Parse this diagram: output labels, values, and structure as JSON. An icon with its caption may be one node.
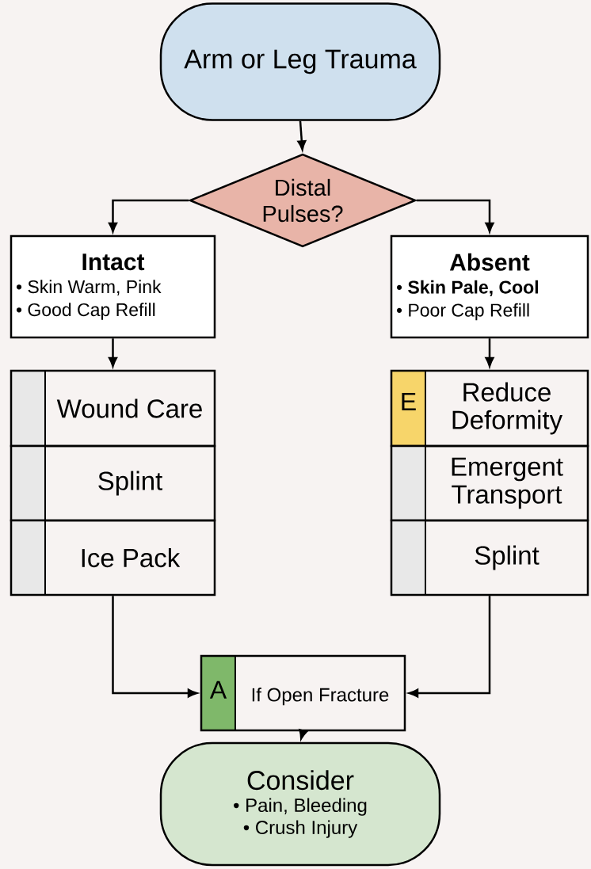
{
  "diagram": {
    "nodes": [
      {
        "text": [
          "Arm or Leg Trauma"
        ]
      },
      {
        "text": [
          "Distal Pulses?"
        ]
      },
      {
        "text": [
          "Intact",
          "• Skin Warm, Pink",
          "• Good Cap Refill"
        ]
      },
      {
        "text": [
          "Absent",
          "• **Skin Pale, Cool**",
          "• Poor Cap Refill"
        ]
      },
      {
        "text": [
          "Wound Care"
        ]
      },
      {
        "text": [
          "E",
          "Reduce Deformity"
        ]
      },
      {
        "text": [
          "Splint"
        ]
      },
      {
        "text": [
          "Emergent Transport"
        ]
      },
      {
        "text": [
          "Ice Pack"
        ]
      },
      {
        "text": [
          "Splint"
        ]
      },
      {
        "text": [
          "A",
          "If Open Fracture"
        ]
      },
      {
        "text": [
          "Consider",
          "• Pain, Bleeding",
          "• Crush Injury"
        ]
      }
    ],
    "edges": [
      {
        "from": 0,
        "to": 1,
        "arrow": "to"
      },
      {
        "from": 1,
        "to": 2,
        "arrow": "to"
      },
      {
        "from": 1,
        "to": 3,
        "arrow": "to"
      },
      {
        "from": 2,
        "to": 4,
        "arrow": "to"
      },
      {
        "from": 3,
        "to": 5,
        "arrow": "to"
      },
      {
        "from": 8,
        "to": 10,
        "arrow": "to"
      },
      {
        "from": 9,
        "to": 10,
        "arrow": "to"
      },
      {
        "from": 10,
        "to": 11,
        "arrow": "to"
      }
    ]
  }
}
